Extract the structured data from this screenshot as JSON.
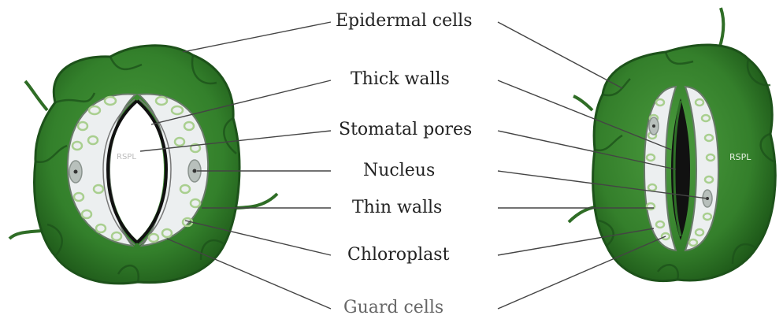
{
  "diagram": {
    "labels": {
      "epidermal": "Epidermal cells",
      "thick": "Thick walls",
      "pores": "Stomatal pores",
      "nucleus": "Nucleus",
      "thin": "Thin walls",
      "chloroplast": "Chloroplast",
      "guard": "Guard cells"
    },
    "watermark": "RSPL",
    "colors": {
      "epidermis_dark": "#1f5a1a",
      "epidermis_mid": "#3f8a33",
      "guard_fill": "#eceff0",
      "chloroplast": "#a9cf8f",
      "label_text": "#222222",
      "leader": "#444444"
    }
  }
}
